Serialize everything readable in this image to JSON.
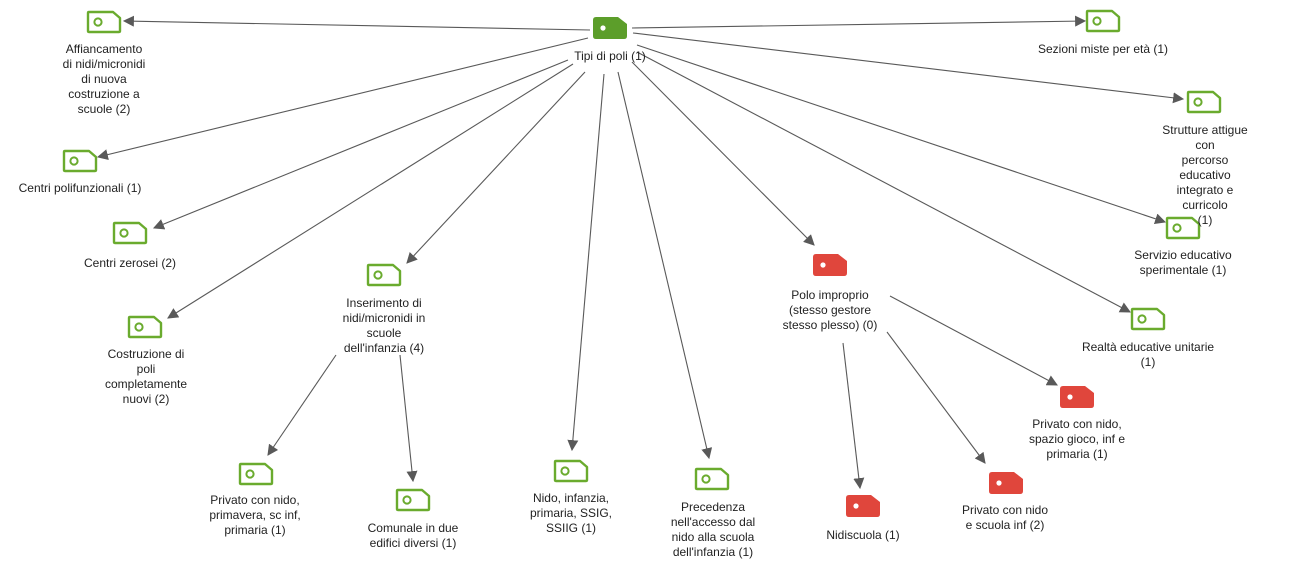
{
  "colors": {
    "code": "#6aab2e",
    "root": "#5c9e2a",
    "invalid": "#e0463c",
    "edge": "#595959",
    "text": "#222222"
  },
  "icon_names": {
    "code": "code-tag-icon",
    "root": "root-code-tag-icon",
    "invalid": "invalid-code-tag-icon"
  },
  "nodes": {
    "root": {
      "label": "Tipi di poli (1)"
    },
    "affiancamento": {
      "label": "Affiancamento\ndi nidi/micronidi\ndi nuova\ncostruzione a\nscuole (2)"
    },
    "centri_polifunzionali": {
      "label": "Centri polifunzionali (1)"
    },
    "centri_zerosei": {
      "label": "Centri zerosei (2)"
    },
    "costruzione": {
      "label": "Costruzione di\npoli\ncompletamente\nnuovi (2)"
    },
    "inserimento": {
      "label": "Inserimento di\nnidi/micronidi in\nscuole\ndell'infanzia (4)"
    },
    "privato_nido_primavera": {
      "label": "Privato con nido,\nprimavera, sc inf,\nprimaria (1)"
    },
    "comunale": {
      "label": "Comunale in due\nedifici diversi (1)"
    },
    "nido_infanzia": {
      "label": "Nido, infanzia,\nprimaria, SSIG,\nSSIIG (1)"
    },
    "precedenza": {
      "label": "Precedenza\nnell'accesso dal\nnido alla scuola\ndell'infanzia (1)"
    },
    "polo_improprio": {
      "label": "Polo improprio\n(stesso gestore\nstesso plesso) (0)"
    },
    "nidiscuola": {
      "label": "Nidiscuola (1)"
    },
    "privato_nido_scuola": {
      "label": "Privato con nido\ne scuola inf (2)"
    },
    "privato_nido_spazio": {
      "label": "Privato con nido,\nspazio gioco, inf e\nprimaria (1)"
    },
    "sezioni_miste": {
      "label": "Sezioni miste per età (1)"
    },
    "strutture_attigue": {
      "label": "Strutture attigue con\npercorso educativo\nintegrato e curricolo\n(1)"
    },
    "servizio_educativo": {
      "label": "Servizio educativo sperimentale (1)"
    },
    "realta_educative": {
      "label": "Realtà educative unitarie (1)"
    }
  }
}
